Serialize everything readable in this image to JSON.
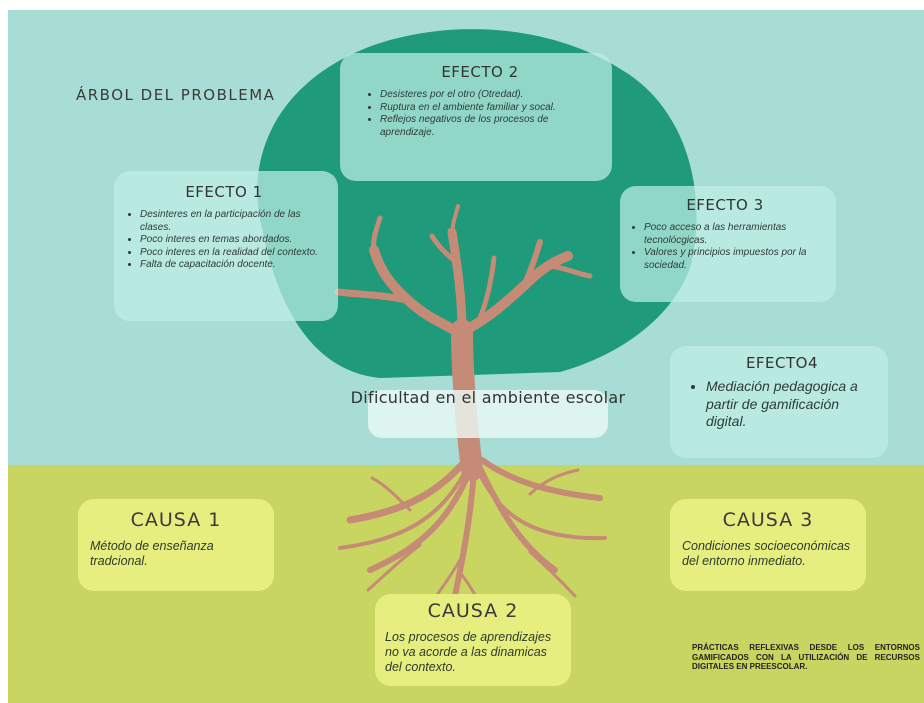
{
  "title": "ÁRBOL DEL PROBLEMA",
  "center": "Dificultad en el ambiente escolar",
  "effects": [
    {
      "heading": "EFECTO 1",
      "items": [
        "Desinteres en la participación de las clases.",
        "Poco interes en temas abordados.",
        "Poco interes en la realidad del contexto.",
        "Falta de capacitación docente."
      ]
    },
    {
      "heading": "EFECTO 2",
      "items": [
        "Desisteres por el otro (Otredad).",
        "Ruptura en el ambiente familiar y socal.",
        "Reflejos negativos de los procesos de aprendizaje."
      ]
    },
    {
      "heading": "EFECTO 3",
      "items": [
        "Poco acceso a las herramientas tecnolócgicas.",
        "Valores y principios impuestos por la sociedad."
      ]
    },
    {
      "heading": "EFECTO4",
      "items": [
        "Mediación pedagogica a partir de gamificación digital."
      ]
    }
  ],
  "causes": [
    {
      "heading": "CAUSA 1",
      "text": "Método de enseñanza tradcional."
    },
    {
      "heading": "CAUSA 2",
      "text": "Los procesos de aprendizajes no va acorde a las dinamicas del contexto."
    },
    {
      "heading": "CAUSA 3",
      "text": "Condiciones socioeconómicas del entorno inmediato."
    }
  ],
  "footer": "PRÁCTICAS REFLEXIVAS DESDE LOS ENTORNOS GAMIFICADOS CON LA UTILIZACIÓN DE RECURSOS DIGITALES EN PREESCOLAR.",
  "colors": {
    "sky": "#a8ddd5",
    "ground": "#c9d561",
    "canopy": "#1f9a7a",
    "trunk": "#c58b76",
    "cause_box": "#e6ee80",
    "effect_box": "#bfeee6"
  }
}
